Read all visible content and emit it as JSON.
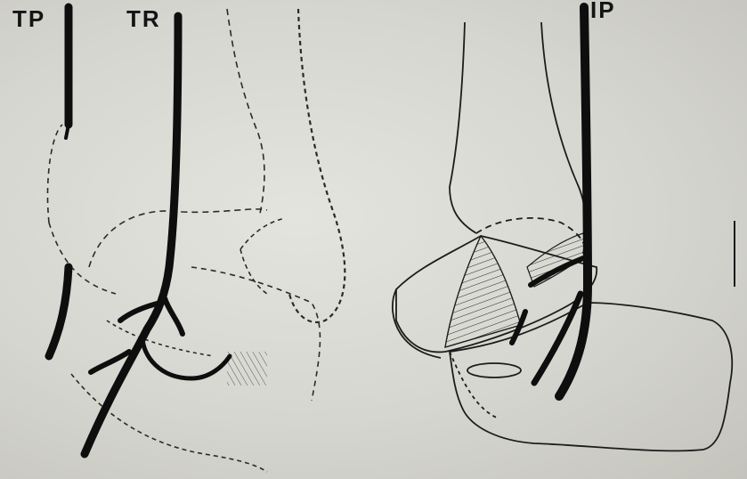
{
  "figure": {
    "labels": {
      "tp": "TP",
      "tr": "TR",
      "ip": "IP"
    }
  }
}
